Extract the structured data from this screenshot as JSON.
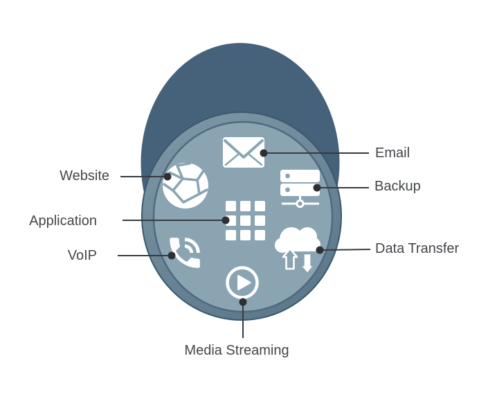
{
  "figure": {
    "type": "diagram",
    "nodes": [
      {
        "id": "website",
        "label": "Website",
        "icon": "globe-icon"
      },
      {
        "id": "application",
        "label": "Application",
        "icon": "grid-icon"
      },
      {
        "id": "voip",
        "label": "VoIP",
        "icon": "phone-icon"
      },
      {
        "id": "email",
        "label": "Email",
        "icon": "envelope-icon"
      },
      {
        "id": "backup",
        "label": "Backup",
        "icon": "server-icon"
      },
      {
        "id": "data_transfer",
        "label": "Data Transfer",
        "icon": "cloud-arrows-icon"
      },
      {
        "id": "media_streaming",
        "label": "Media Streaming",
        "icon": "play-icon"
      }
    ],
    "colors": {
      "cylinder_body": "#46617a",
      "cylinder_rim_light": "#8099a8",
      "cylinder_rim_dark": "#5d798c",
      "cylinder_face": "#8ba4b2",
      "face_outline": "#4e6a80",
      "rim_outline": "#3b586f",
      "icon": "#ffffff",
      "connector_line": "#363a3e",
      "connector_dot": "#2c3034",
      "label_text": "#42464a",
      "background": "#ffffff"
    }
  }
}
